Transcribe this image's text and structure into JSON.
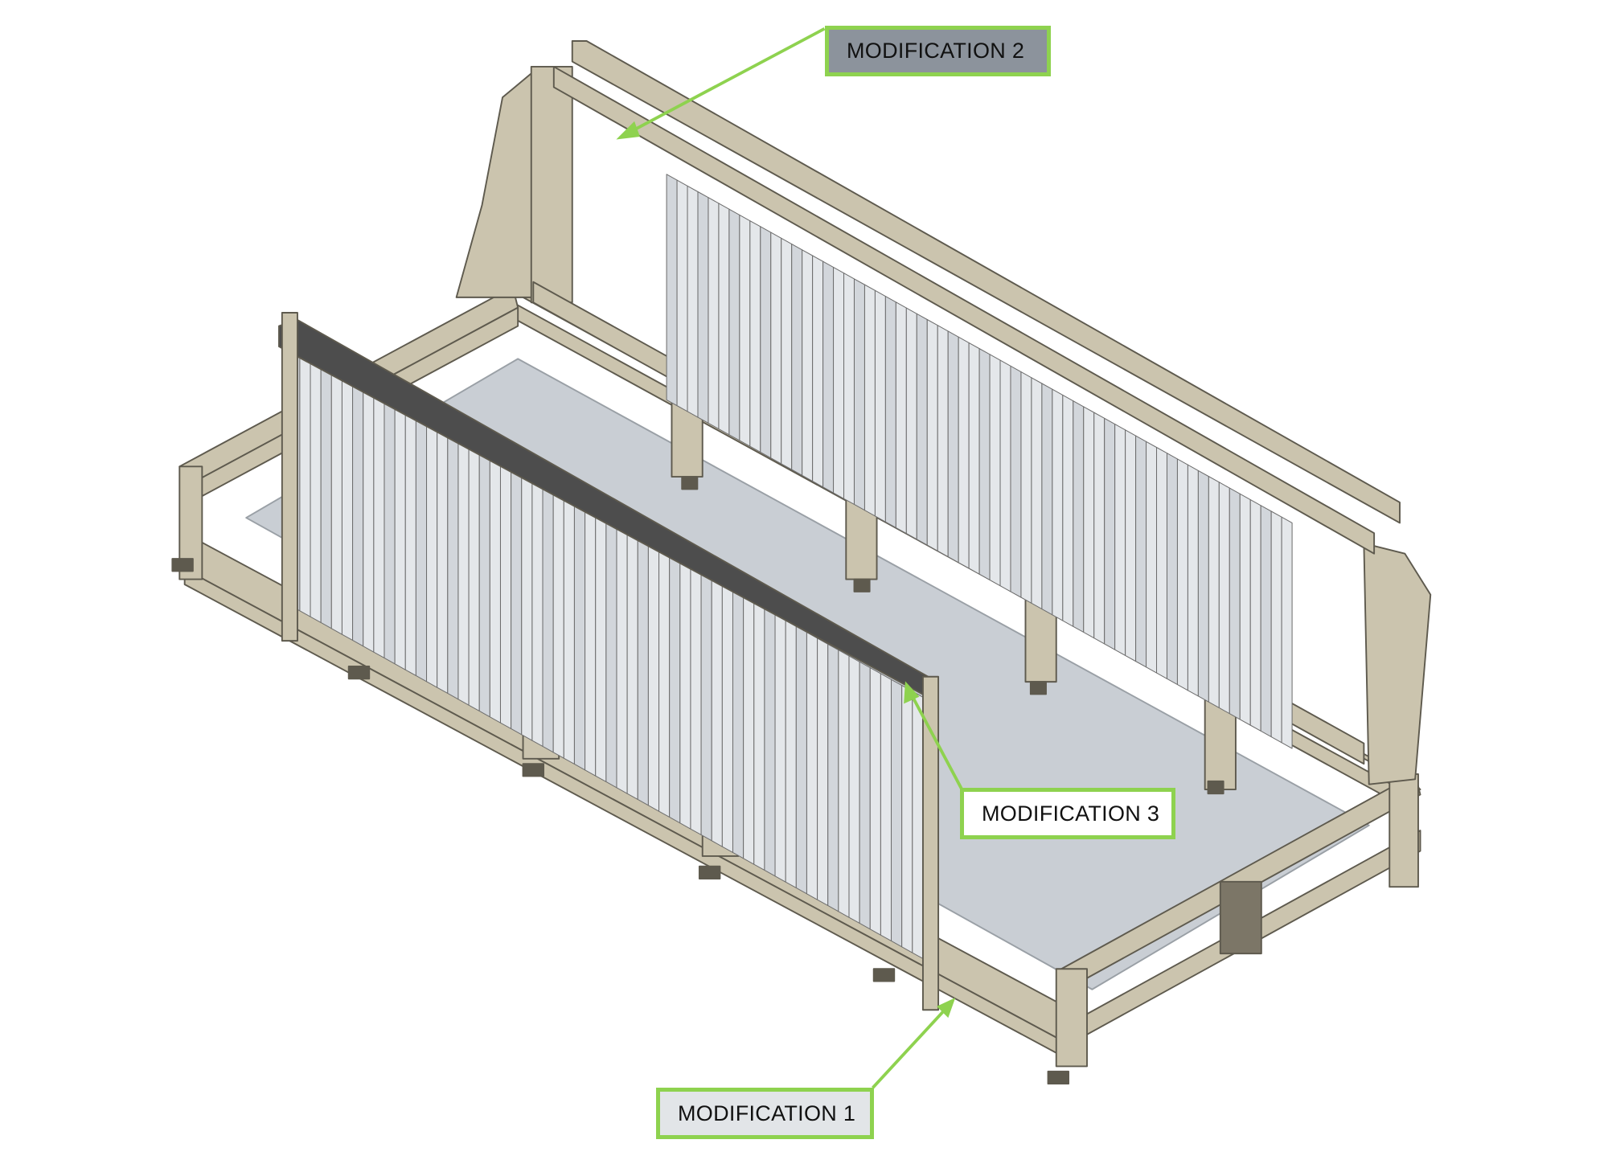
{
  "callouts": [
    {
      "label": "MODIFICATION 2",
      "fill": "#8c939c"
    },
    {
      "label": "MODIFICATION 3",
      "fill": "#ffffff"
    },
    {
      "label": "MODIFICATION 1",
      "fill": "#e2e5e8"
    }
  ],
  "colors": {
    "callout_border": "#8ed24f",
    "frame": "#cbc4ae",
    "frame_outline": "#5e5a4e",
    "floor": "#c9ced4",
    "panel": "#dfe2e6"
  }
}
